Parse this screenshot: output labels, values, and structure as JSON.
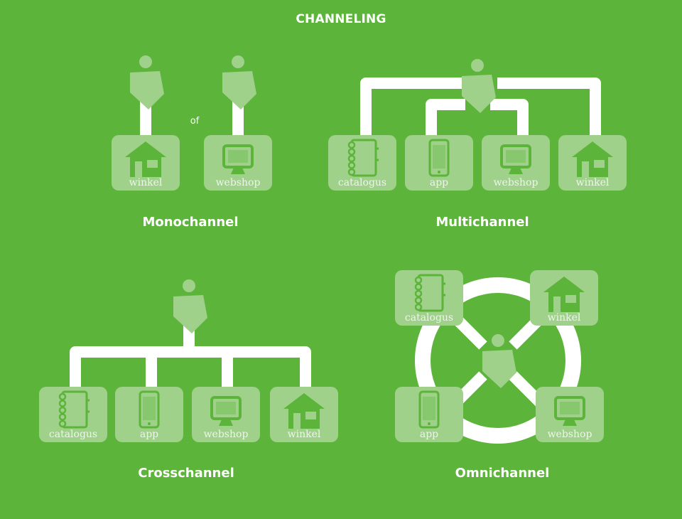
{
  "title": "CHANNELING",
  "connector_word": "of",
  "colors": {
    "background": "#5db43a",
    "tile": "#9fd18a",
    "icon": "#5db43a",
    "line": "#ffffff"
  },
  "icons": {
    "person": "person-icon",
    "store": "store-icon",
    "monitor": "monitor-icon",
    "phone": "phone-icon",
    "catalog": "catalog-icon"
  },
  "sections": {
    "monochannel": {
      "label": "Monochannel",
      "tiles": [
        {
          "label": "winkel",
          "icon": "store"
        },
        {
          "label": "webshop",
          "icon": "monitor"
        }
      ]
    },
    "multichannel": {
      "label": "Multichannel",
      "tiles": [
        {
          "label": "catalogus",
          "icon": "catalog"
        },
        {
          "label": "app",
          "icon": "phone"
        },
        {
          "label": "webshop",
          "icon": "monitor"
        },
        {
          "label": "winkel",
          "icon": "store"
        }
      ]
    },
    "crosschannel": {
      "label": "Crosschannel",
      "tiles": [
        {
          "label": "catalogus",
          "icon": "catalog"
        },
        {
          "label": "app",
          "icon": "phone"
        },
        {
          "label": "webshop",
          "icon": "monitor"
        },
        {
          "label": "winkel",
          "icon": "store"
        }
      ]
    },
    "omnichannel": {
      "label": "Omnichannel",
      "tiles": [
        {
          "label": "catalogus",
          "icon": "catalog"
        },
        {
          "label": "winkel",
          "icon": "store"
        },
        {
          "label": "app",
          "icon": "phone"
        },
        {
          "label": "webshop",
          "icon": "monitor"
        }
      ]
    }
  }
}
